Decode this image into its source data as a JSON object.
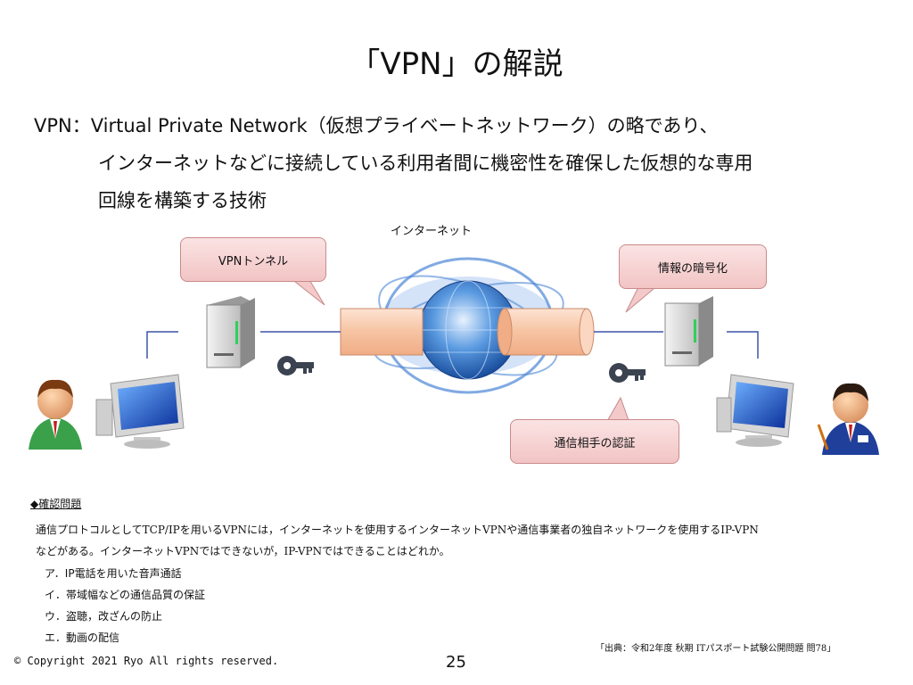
{
  "slide": {
    "title": "「VPN」の解説",
    "definition": {
      "line1": "VPN：Virtual Private Network（仮想プライベートネットワーク）の略であり、",
      "line2": "インターネットなどに接続している利用者間に機密性を確保した仮想的な専用",
      "line3": "回線を構築する技術"
    },
    "diagram": {
      "internet_label": "インターネット",
      "callout_tunnel": "VPNトンネル",
      "callout_encryption": "情報の暗号化",
      "callout_auth": "通信相手の認証"
    },
    "quiz": {
      "heading": "◆確認問題",
      "question_line1": "通信プロトコルとしてTCP/IPを用いるVPNには，インターネットを使用するインターネットVPNや通信事業者の独自ネットワークを使用するIP-VPN",
      "question_line2": "などがある。インターネットVPNではできないが，IP-VPNではできることはどれか。",
      "choices": [
        "ア．IP電話を用いた音声通話",
        "イ．帯域幅などの通信品質の保証",
        "ウ．盗聴，改ざんの防止",
        "エ．動画の配信"
      ]
    },
    "source": "「出典：令和2年度 秋期 ITパスポート試験公開問題 問78」",
    "copyright": "© Copyright 2021 Ryo All rights reserved.",
    "page_number": "25"
  },
  "colors": {
    "callout_fill": "#f2c4c4",
    "tunnel_fill": "#f8c8a8",
    "line_blue": "#3b55a8",
    "globe_blue": "#2a6fcf"
  }
}
